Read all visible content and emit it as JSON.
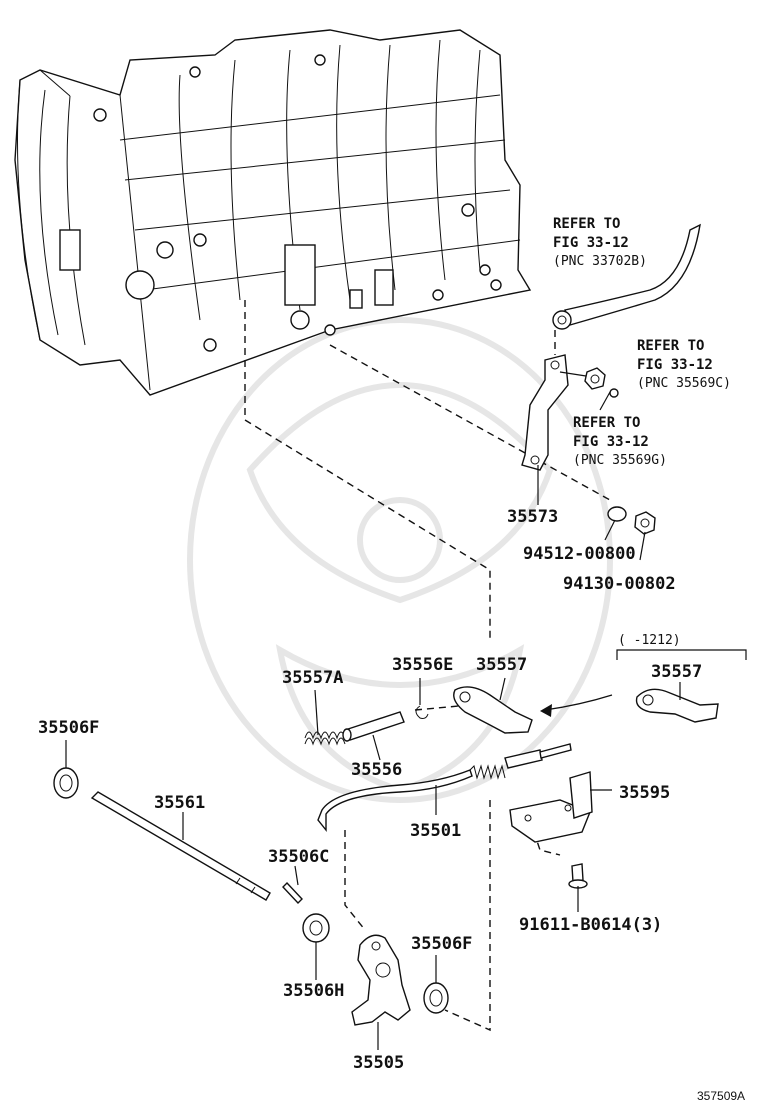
{
  "diagram": {
    "parts": {
      "p35573": "35573",
      "p94512": "94512-00800",
      "p94130": "94130-00802",
      "p35557a": "35557A",
      "p35556e": "35556E",
      "p35557": "35557",
      "p35557_alt": "35557",
      "p35506f_left": "35506F",
      "p35556": "35556",
      "p35561": "35561",
      "p35595": "35595",
      "p35501": "35501",
      "p35506c": "35506C",
      "p91611": "91611-B0614(3)",
      "p35506f_right": "35506F",
      "p35506h": "35506H",
      "p35505": "35505"
    },
    "refs": {
      "ref1": {
        "line1": "REFER TO",
        "line2": "FIG 33-12",
        "line3": "(PNC 33702B)"
      },
      "ref2": {
        "line1": "REFER TO",
        "line2": "FIG 33-12",
        "line3": "(PNC 35569C)"
      },
      "ref3": {
        "line1": "REFER TO",
        "line2": "FIG 33-12",
        "line3": "(PNC 35569G)"
      }
    },
    "date_range": "(    -1212)",
    "figure_code": "357509A"
  }
}
